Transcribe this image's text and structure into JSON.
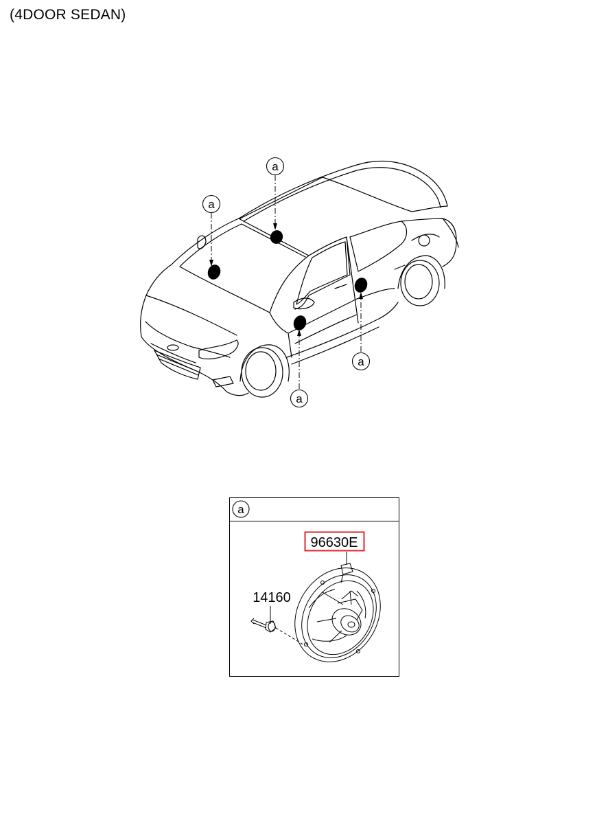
{
  "header": {
    "title": "(4DOOR SEDAN)"
  },
  "car_view": {
    "callouts": [
      {
        "label": "a"
      },
      {
        "label": "a"
      },
      {
        "label": "a"
      },
      {
        "label": "a"
      }
    ]
  },
  "detail_box": {
    "header_label": "a",
    "parts": [
      {
        "number": "96630E",
        "highlighted": true,
        "highlight_color": "#e3262b"
      },
      {
        "number": "14160",
        "highlighted": false
      }
    ]
  }
}
